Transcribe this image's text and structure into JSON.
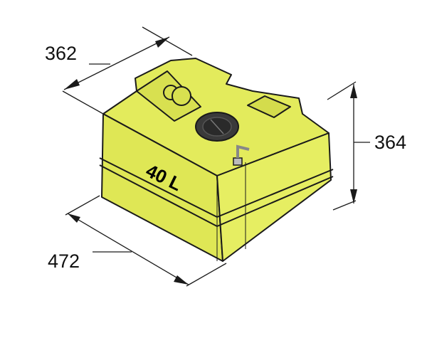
{
  "dimensions": {
    "depth": "362",
    "height": "364",
    "length": "472"
  },
  "tank": {
    "capacity_label": "40 L"
  },
  "colors": {
    "tank_fill": "#e3eb5c",
    "outline": "#1a1a1a",
    "cap": "#3a3a3a"
  }
}
